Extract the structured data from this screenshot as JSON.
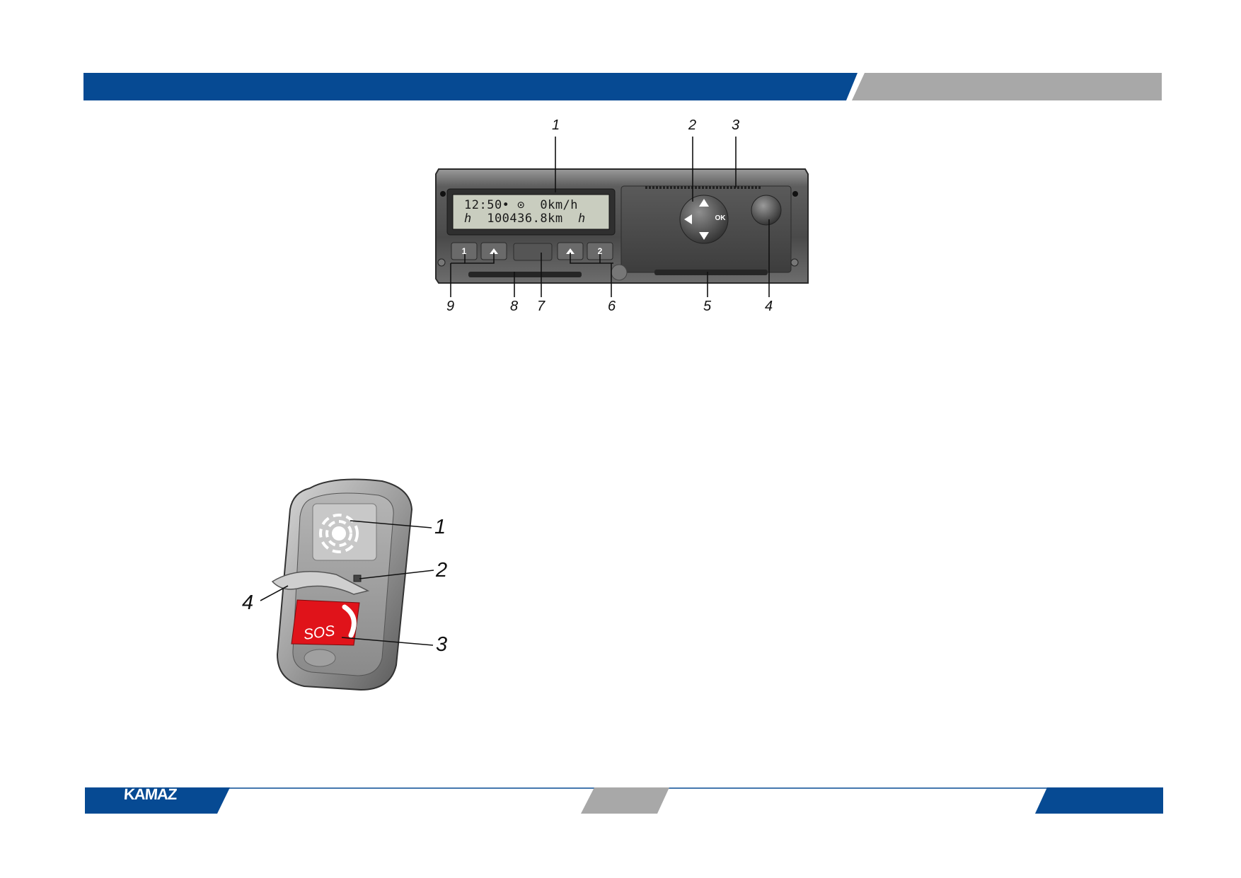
{
  "colors": {
    "brand_blue": "#064a93",
    "band_gray": "#a8a8a8",
    "sos_red": "#e0131a"
  },
  "footer": {
    "logo_text": "KAMAZ"
  },
  "tachograph": {
    "display_line1": "12:50• ⊙  0km/h",
    "display_line2": "ℎ  100436.8km  ℎ",
    "button_1_label": "1",
    "button_2_label": "2",
    "ok_label": "OK",
    "callouts": [
      "1",
      "2",
      "3",
      "4",
      "5",
      "6",
      "7",
      "8",
      "9"
    ]
  },
  "sos_device": {
    "sos_label": "SOS",
    "callouts": [
      "1",
      "2",
      "3",
      "4"
    ]
  }
}
